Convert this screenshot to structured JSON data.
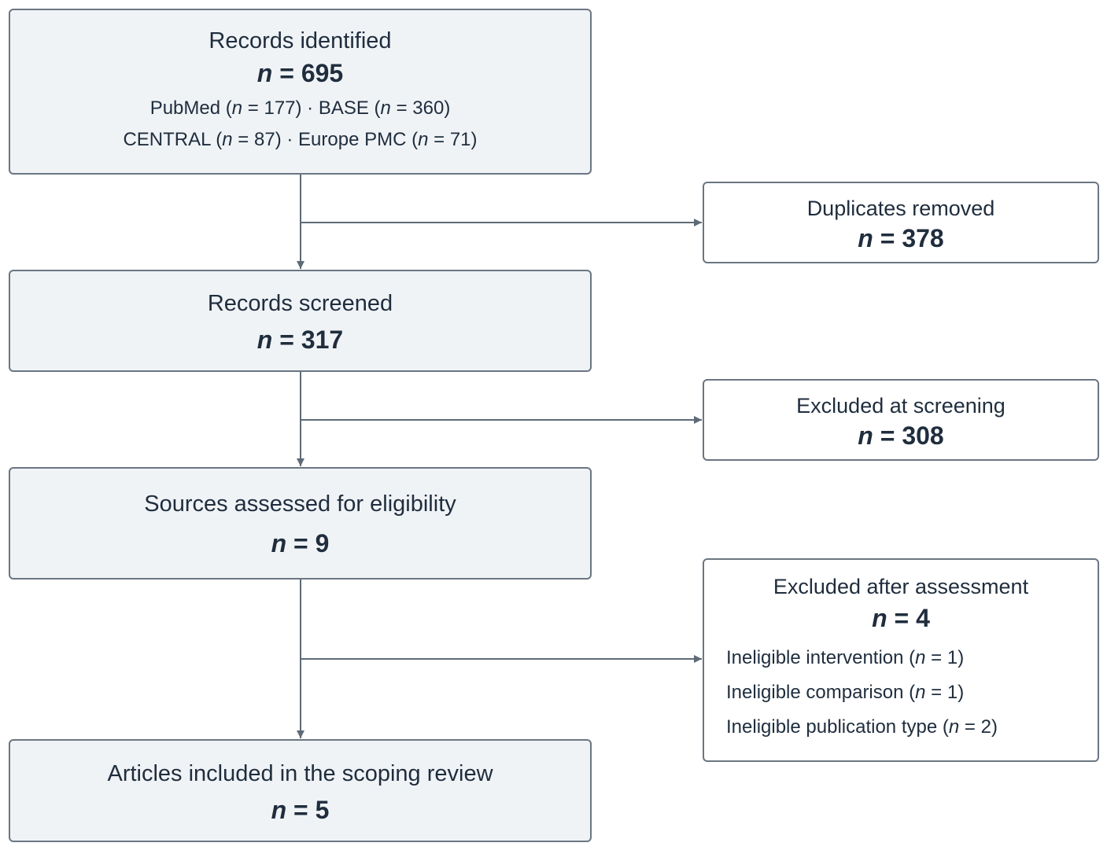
{
  "identified": {
    "title": "Records identified",
    "n_label": "n",
    "n_value": "= 695",
    "sources": [
      {
        "name": "PubMed",
        "value": "177"
      },
      {
        "name": "BASE",
        "value": "360"
      },
      {
        "name": "CENTRAL",
        "value": "87"
      },
      {
        "name": "Europe PMC",
        "value": "71"
      }
    ]
  },
  "duplicates": {
    "title": "Duplicates removed",
    "n_label": "n",
    "n_value": "= 378"
  },
  "screened": {
    "title": "Records screened",
    "n_label": "n",
    "n_value": "= 317"
  },
  "excluded_screening": {
    "title": "Excluded at screening",
    "n_label": "n",
    "n_value": "= 308"
  },
  "assessed": {
    "title": "Sources assessed for eligibility",
    "n_label": "n",
    "n_value": "= 9"
  },
  "excluded_assessment": {
    "title": "Excluded after assessment",
    "n_label": "n",
    "n_value": "= 4",
    "reasons": [
      {
        "label": "Ineligible intervention",
        "value": "1"
      },
      {
        "label": "Ineligible comparison",
        "value": "1"
      },
      {
        "label": "Ineligible publication type",
        "value": "2"
      }
    ]
  },
  "included": {
    "title": "Articles included in the scoping review",
    "n_label": "n",
    "n_value": "= 5"
  },
  "colors": {
    "box_fill": "#f0f3f6",
    "border": "#6b7682",
    "text": "#1f2d3d"
  }
}
